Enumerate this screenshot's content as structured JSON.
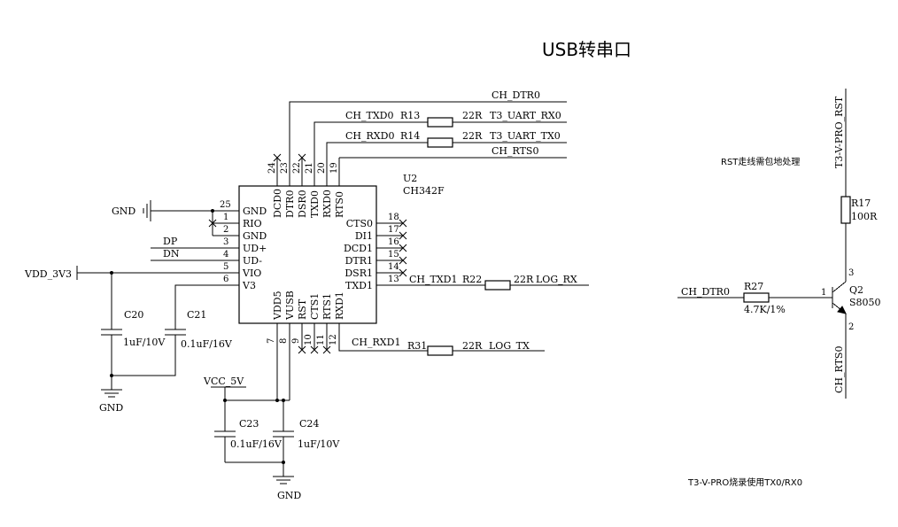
{
  "title": "USB转串口",
  "chip": {
    "ref": "U2",
    "part": "CH342F",
    "left_pins": [
      {
        "num": "25",
        "name": "GND"
      },
      {
        "num": "1",
        "name": "RIO"
      },
      {
        "num": "2",
        "name": "GND"
      },
      {
        "num": "3",
        "name": "UD+"
      },
      {
        "num": "4",
        "name": "UD-"
      },
      {
        "num": "5",
        "name": "VIO"
      },
      {
        "num": "6",
        "name": "V3"
      }
    ],
    "top_pins": [
      {
        "num": "24",
        "name": "DCD0"
      },
      {
        "num": "23",
        "name": "DTR0"
      },
      {
        "num": "22",
        "name": "DSR0"
      },
      {
        "num": "21",
        "name": "TXD0"
      },
      {
        "num": "20",
        "name": "RXD0"
      },
      {
        "num": "19",
        "name": "RTS0"
      }
    ],
    "right_pins": [
      {
        "num": "18",
        "name": "CTS0"
      },
      {
        "num": "17",
        "name": "DI1"
      },
      {
        "num": "16",
        "name": "DCD1"
      },
      {
        "num": "15",
        "name": "DTR1"
      },
      {
        "num": "14",
        "name": "DSR1"
      },
      {
        "num": "13",
        "name": "TXD1"
      }
    ],
    "bottom_pins": [
      {
        "num": "7",
        "name": "VDD5"
      },
      {
        "num": "8",
        "name": "VUSB"
      },
      {
        "num": "9",
        "name": "RST"
      },
      {
        "num": "10",
        "name": "CTS1"
      },
      {
        "num": "11",
        "name": "RTS1"
      },
      {
        "num": "12",
        "name": "RXD1"
      }
    ]
  },
  "nets": {
    "ch_dtr0": "CH_DTR0",
    "ch_txd0": "CH_TXD0",
    "ch_rxd0": "CH_RXD0",
    "ch_rts0": "CH_RTS0",
    "t3_uart_rx0": "T3_UART_RX0",
    "t3_uart_tx0": "T3_UART_TX0",
    "ch_txd1": "CH_TXD1",
    "ch_rxd1": "CH_RXD1",
    "log_rx": "LOG_RX",
    "log_tx": "LOG_TX",
    "dp": "DP",
    "dn": "DN",
    "vdd_3v3": "VDD_3V3",
    "vcc_5v": "VCC_5V",
    "gnd": "GND",
    "gnd_left": "GND",
    "gnd_c20": "GND",
    "gnd_c23": "GND",
    "t3_v_pro_rst": "T3-V-PRO_RST",
    "ch_dtr0_q": "CH_DTR0",
    "ch_rts0_q": "CH_RTS0"
  },
  "resistors": {
    "r13": {
      "ref": "R13",
      "value": "22R"
    },
    "r14": {
      "ref": "R14",
      "value": "22R"
    },
    "r22": {
      "ref": "R22",
      "value": "22R"
    },
    "r31": {
      "ref": "R31",
      "value": "22R"
    },
    "r17": {
      "ref": "R17",
      "value": "100R"
    },
    "r27": {
      "ref": "R27",
      "value": "4.7K/1%"
    }
  },
  "capacitors": {
    "c20": {
      "ref": "C20",
      "value": "1uF/10V"
    },
    "c21": {
      "ref": "C21",
      "value": "0.1uF/16V"
    },
    "c23": {
      "ref": "C23",
      "value": "0.1uF/16V"
    },
    "c24": {
      "ref": "C24",
      "value": "1uF/10V"
    }
  },
  "transistor": {
    "ref": "Q2",
    "part": "S8050",
    "pin_b": "1",
    "pin_c": "3",
    "pin_e": "2"
  },
  "notes": {
    "rst_note": "RST走线需包地处理",
    "tx_note": "T3-V-PRO烧录使用TX0/RX0"
  }
}
